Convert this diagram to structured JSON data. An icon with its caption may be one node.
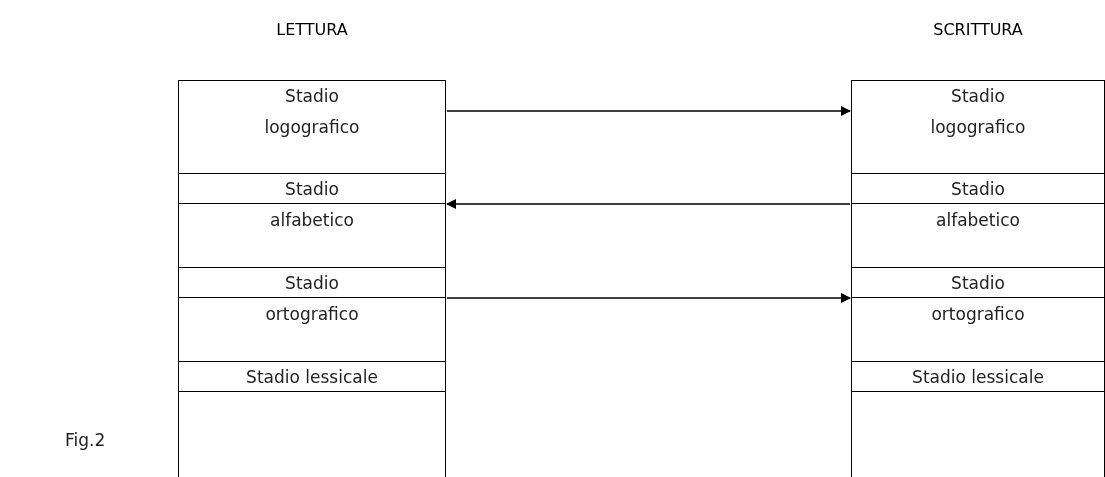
{
  "diagram": {
    "nodes": [
      {
        "text": [
          "LETTURA"
        ]
      },
      {
        "text": [
          "Stadio logografico"
        ],
        "in": 0
      },
      {
        "text": [
          "Stadio alfabetico"
        ],
        "in": 0
      },
      {
        "text": [
          "Stadio ortografico"
        ],
        "in": 0
      },
      {
        "text": [
          "Stadio lessicale"
        ],
        "in": 0
      },
      {
        "text": [
          "SCRITTURA"
        ]
      },
      {
        "text": [
          "Stadio logografico"
        ],
        "in": 5
      },
      {
        "text": [
          "Stadio alfabetico"
        ],
        "in": 5
      },
      {
        "text": [
          "Stadio ortografico"
        ],
        "in": 5
      },
      {
        "text": [
          "Stadio lessicale"
        ],
        "in": 5
      }
    ],
    "edges": [
      {
        "from": 1,
        "to": 6,
        "arrow": "to"
      },
      {
        "from": 7,
        "to": 2,
        "arrow": "to"
      },
      {
        "from": 3,
        "to": 8,
        "arrow": "to"
      }
    ],
    "labels": [
      "Fig.2"
    ]
  }
}
